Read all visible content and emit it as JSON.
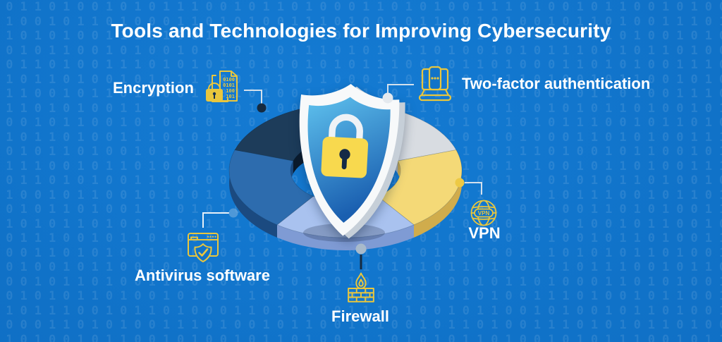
{
  "title": "Tools and Technologies for Improving Cybersecurity",
  "background": {
    "base_color": "#0f6fc4",
    "binary_pattern": "101101001010111001011010001101010011101001011001010010110100111010"
  },
  "chart_data": {
    "type": "pie",
    "style": "3d-donut",
    "title": "Tools and Technologies for Improving Cybersecurity",
    "center_emblem": "shield-with-padlock",
    "legend_position": "around-chart-callouts",
    "segments": [
      {
        "label": "Two-factor authentication",
        "value": 20,
        "start_angle": 0,
        "end_angle": 72,
        "color": "#d8dce1",
        "side_color": "#aab2bb"
      },
      {
        "label": "VPN",
        "value": 20,
        "start_angle": 72,
        "end_angle": 144,
        "color": "#f4d977",
        "side_color": "#d0ac4c"
      },
      {
        "label": "Firewall",
        "value": 20,
        "start_angle": 144,
        "end_angle": 216,
        "color": "#a9c2ef",
        "side_color": "#7f9bd4"
      },
      {
        "label": "Antivirus software",
        "value": 20,
        "start_angle": 216,
        "end_angle": 288,
        "color": "#2d6cae",
        "side_color": "#1b4a80"
      },
      {
        "label": "Encryption",
        "value": 20,
        "start_angle": 288,
        "end_angle": 360,
        "color": "#1d3c5a",
        "side_color": "#0b1a2b"
      }
    ]
  },
  "callouts": {
    "encryption": {
      "label": "Encryption",
      "icon_binary": [
        "0100",
        "0101",
        "100",
        "101"
      ]
    },
    "two_factor": {
      "label": "Two-factor authentication"
    },
    "vpn": {
      "label": "VPN",
      "globe_text": "VPN"
    },
    "firewall": {
      "label": "Firewall"
    },
    "antivirus": {
      "label": "Antivirus software"
    }
  },
  "colors": {
    "icon_accent": "#e9c63d",
    "connector_line": "#d3e0ec",
    "dot_encryption": "#152a40",
    "dot_two_factor": "#e4e9ee",
    "dot_vpn": "#edc944",
    "dot_firewall": "#a8bacb",
    "dot_antivirus": "#7fb3e0",
    "title_text": "#ffffff",
    "shield_face_top": "#5fc2ee",
    "shield_face_bottom": "#1a5fb0",
    "padlock": "#f8d94e"
  }
}
